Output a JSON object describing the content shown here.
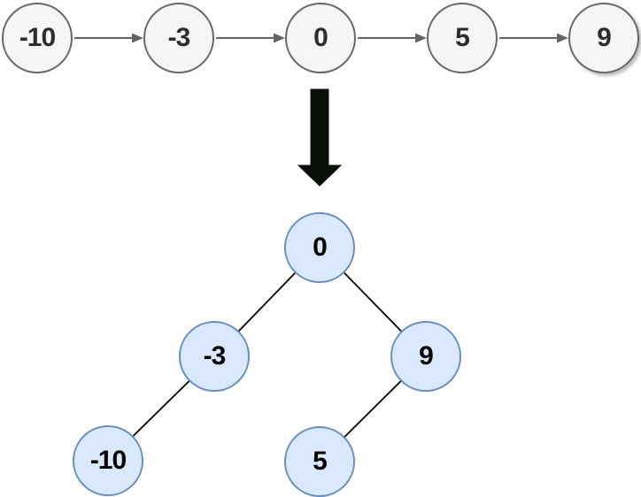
{
  "colors": {
    "background": "#ffffff",
    "list_node_fill": "#f5f5f5",
    "list_node_border": "#666666",
    "list_text": "#2d2d2d",
    "list_arrow": "#666666",
    "big_arrow": "#0a0f0a",
    "tree_node_fill": "#dae8fc",
    "tree_node_border": "#6c8ebf",
    "tree_text": "#000000",
    "tree_edge": "#000000"
  },
  "linked_list": {
    "nodes": [
      {
        "value": "-10"
      },
      {
        "value": "-3"
      },
      {
        "value": "0"
      },
      {
        "value": "5"
      },
      {
        "value": "9"
      }
    ]
  },
  "tree": {
    "nodes": [
      {
        "value": "0",
        "role": "root"
      },
      {
        "value": "-3",
        "role": "left child of 0"
      },
      {
        "value": "9",
        "role": "right child of 0"
      },
      {
        "value": "-10",
        "role": "left child of -3"
      },
      {
        "value": "5",
        "role": "left child of 9"
      }
    ],
    "edges": [
      {
        "from": "0",
        "to": "-3"
      },
      {
        "from": "0",
        "to": "9"
      },
      {
        "from": "-3",
        "to": "-10"
      },
      {
        "from": "9",
        "to": "5"
      }
    ]
  }
}
